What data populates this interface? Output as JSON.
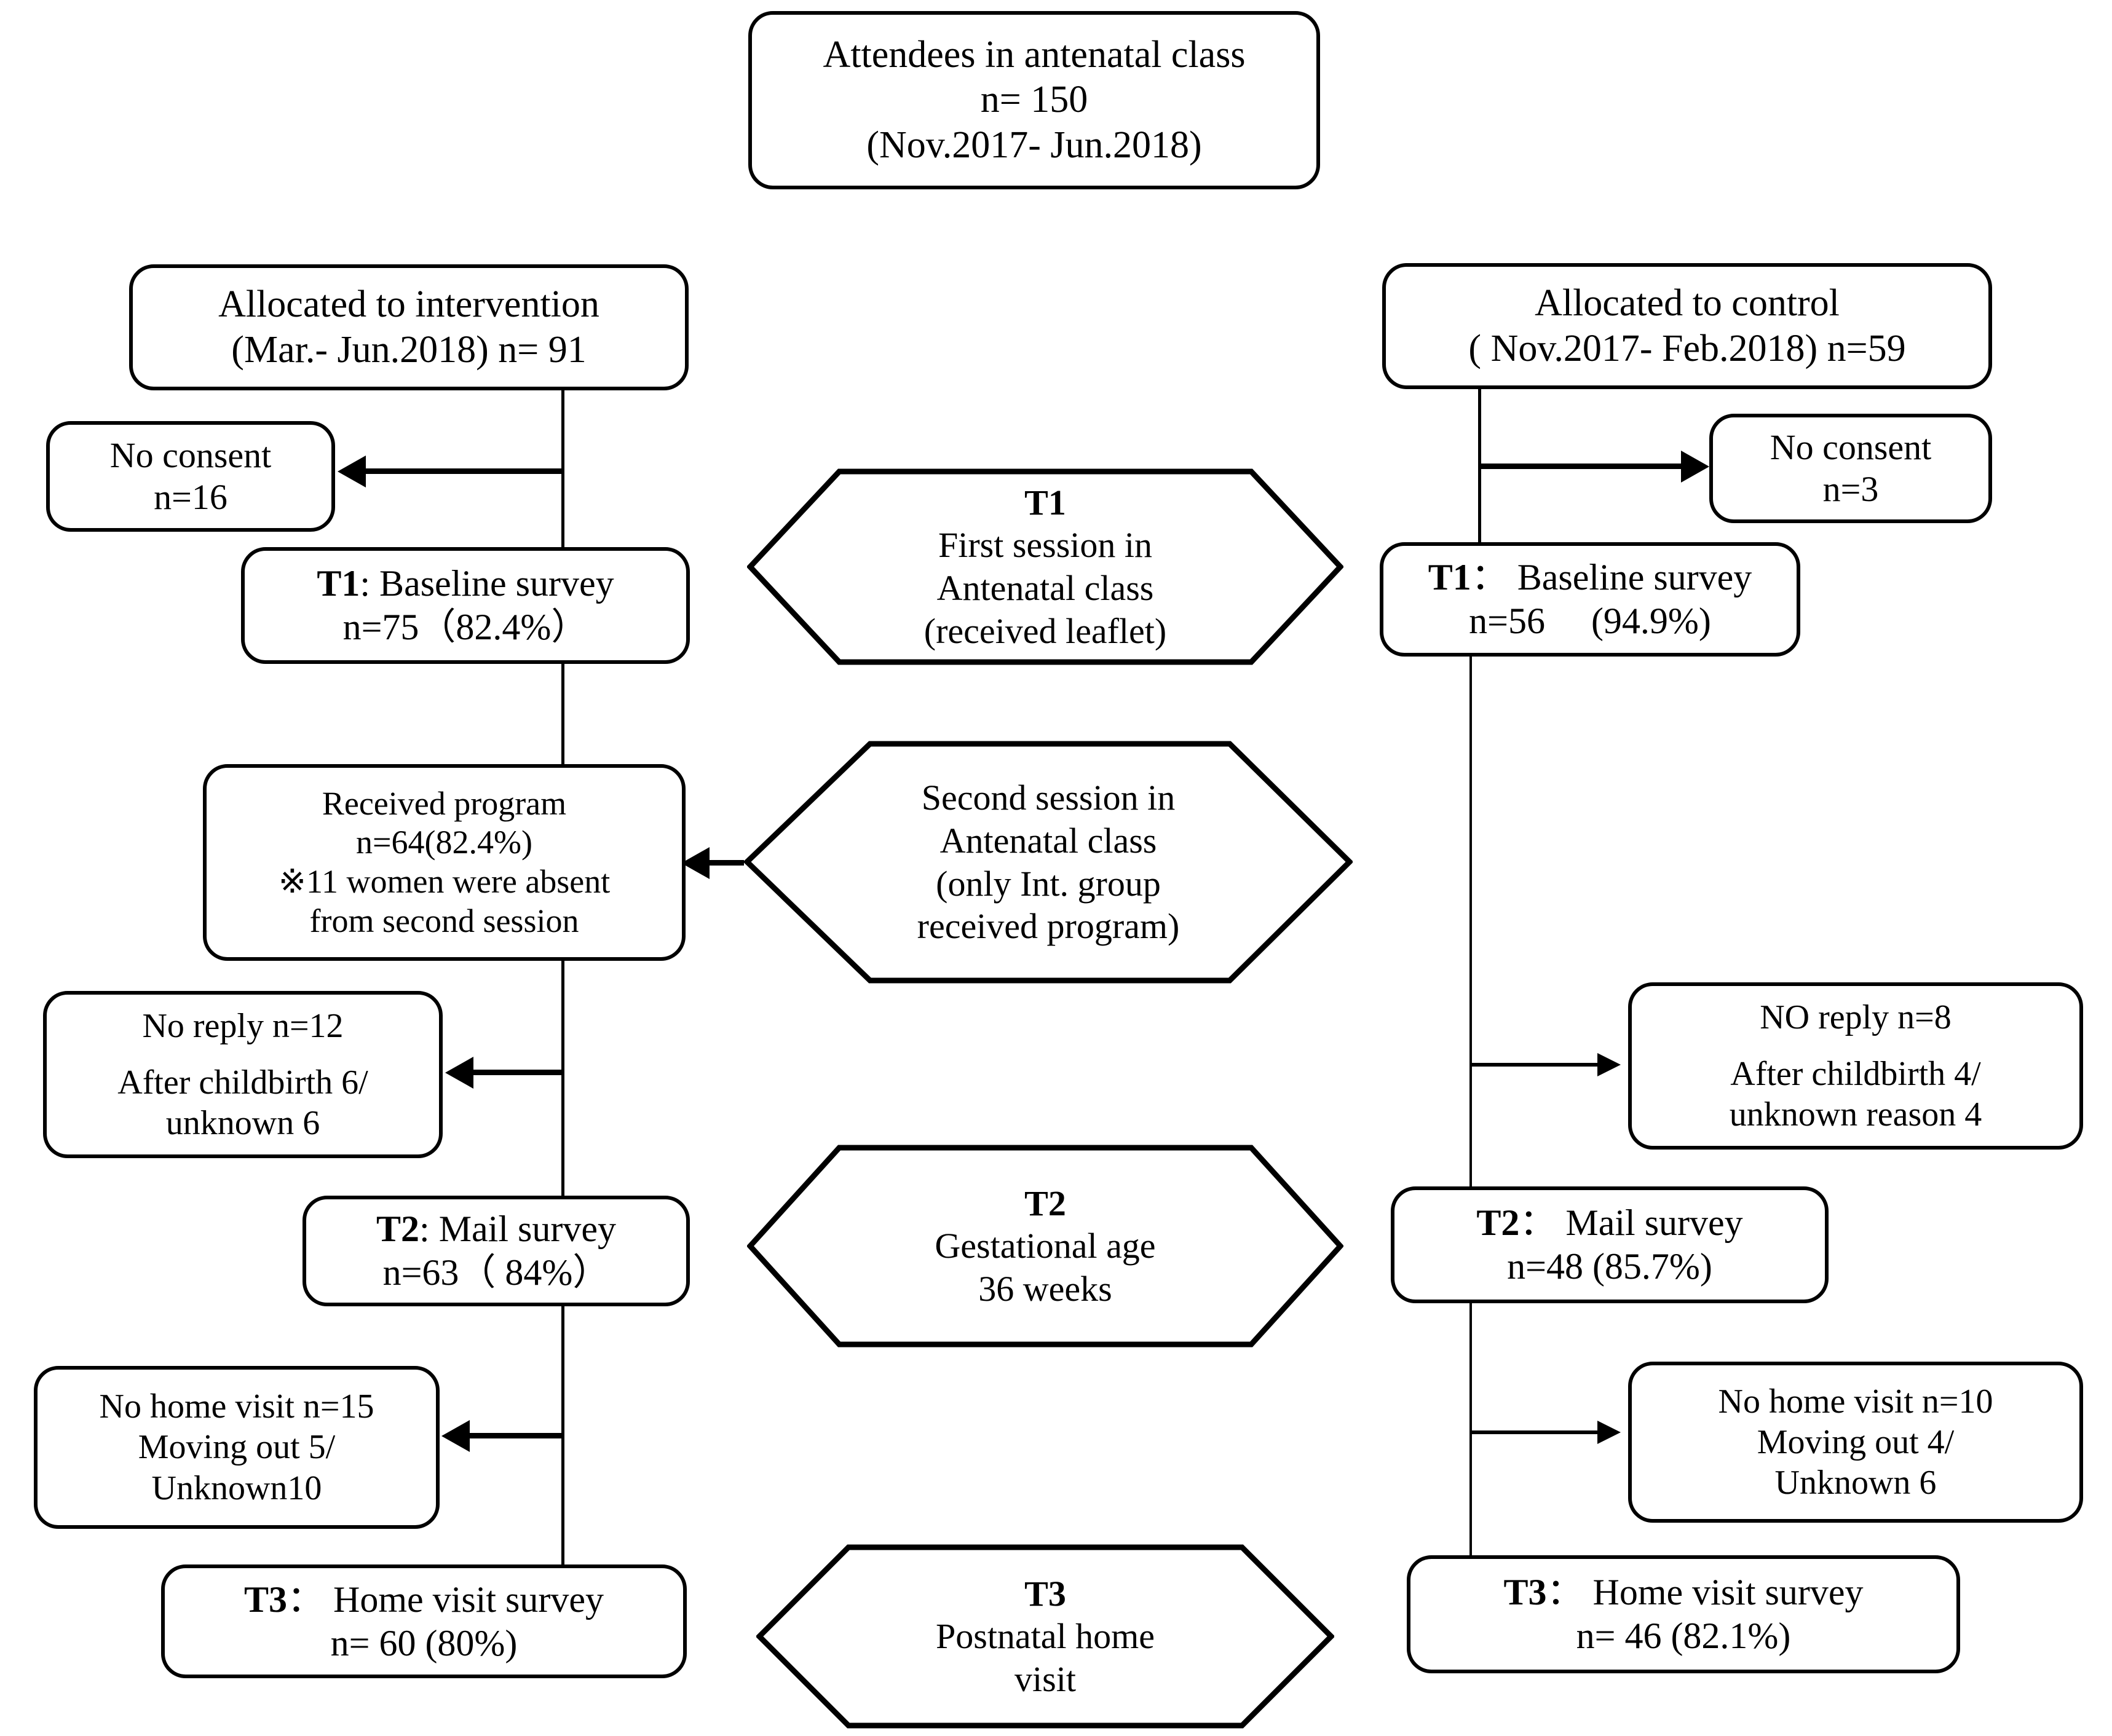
{
  "diagram": {
    "title_box": {
      "line1": "Attendees in antenatal class",
      "line2": "n= 150",
      "line3": "(Nov.2017- Jun.2018)"
    },
    "intervention": {
      "allocation": {
        "line1": "Allocated to intervention",
        "line2": "(Mar.- Jun.2018) n= 91"
      },
      "no_consent": {
        "line1": "No consent",
        "line2": "n=16"
      },
      "t1": {
        "label": "T1",
        "line1_rest": ": Baseline survey",
        "line2": "n=75（82.4%）"
      },
      "received_program": {
        "line1": "Received program",
        "line2": "n=64(82.4%)",
        "line3": "※11 women were absent",
        "line4": "from second session"
      },
      "no_reply": {
        "line1": "No reply n=12",
        "line2": "After childbirth 6/",
        "line3": "unknown 6"
      },
      "t2": {
        "label": "T2",
        "line1_rest": ": Mail survey",
        "line2": "n=63（ 84%）"
      },
      "no_home_visit": {
        "line1": "No home visit n=15",
        "line2": "Moving out 5/",
        "line3": "Unknown10"
      },
      "t3": {
        "label": "T3",
        "line1_rest": "： Home visit survey",
        "line2": "n= 60 (80%)"
      }
    },
    "control": {
      "allocation": {
        "line1": "Allocated to control",
        "line2": "( Nov.2017- Feb.2018) n=59"
      },
      "no_consent": {
        "line1": "No consent",
        "line2": "n=3"
      },
      "t1": {
        "label": "T1",
        "line1_rest": "： Baseline survey",
        "line2": "n=56  (94.9%)"
      },
      "no_reply": {
        "line1": "NO reply n=8",
        "line2": "After childbirth 4/",
        "line3": "unknown reason 4"
      },
      "t2": {
        "label": "T2",
        "line1_rest": "：  Mail survey",
        "line2": "n=48 (85.7%)"
      },
      "no_home_visit": {
        "line1": "No home visit n=10",
        "line2": "Moving out 4/",
        "line3": "Unknown 6"
      },
      "t3": {
        "label": "T3",
        "line1_rest": "：  Home visit survey",
        "line2": "n= 46 (82.1%)"
      }
    },
    "timepoints": {
      "t1": {
        "label": "T1",
        "line1": "First session in",
        "line2": "Antenatal class",
        "line3": "(received leaflet)"
      },
      "session2": {
        "line1": "Second session in",
        "line2": "Antenatal class",
        "line3": "(only Int. group",
        "line4": "received program)"
      },
      "t2": {
        "label": "T2",
        "line1": "Gestational age",
        "line2": "36 weeks"
      },
      "t3": {
        "label": "T3",
        "line1": "Postnatal home",
        "line2": "visit"
      }
    },
    "colors": {
      "stroke": "#000000",
      "fill": "#ffffff"
    }
  }
}
